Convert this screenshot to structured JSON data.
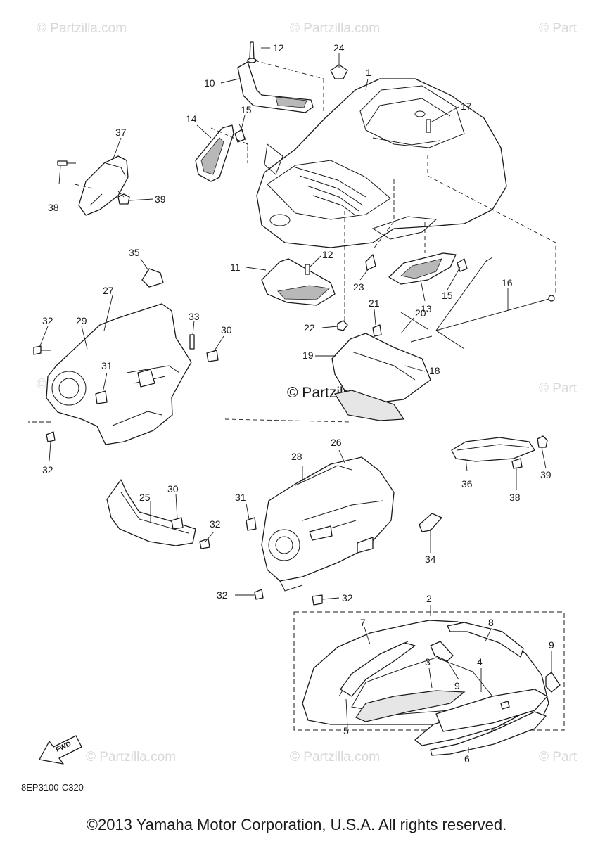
{
  "watermarks": {
    "small": "© Partzilla.com",
    "small_right_cut": "© Part",
    "center": "© Partzilla.com"
  },
  "callouts": {
    "p1": "1",
    "p2": "2",
    "p3": "3",
    "p4": "4",
    "p5": "5",
    "p6": "6",
    "p7": "7",
    "p8": "8",
    "p9a": "9",
    "p9b": "9",
    "p10": "10",
    "p11": "11",
    "p12a": "12",
    "p12b": "12",
    "p13": "13",
    "p14": "14",
    "p15a": "15",
    "p15b": "15",
    "p16": "16",
    "p17": "17",
    "p18": "18",
    "p19": "19",
    "p20": "20",
    "p21": "21",
    "p22": "22",
    "p23": "23",
    "p24": "24",
    "p25": "25",
    "p26": "26",
    "p27": "27",
    "p28": "28",
    "p29": "29",
    "p30a": "30",
    "p30b": "30",
    "p31a": "31",
    "p31b": "31",
    "p32a": "32",
    "p32b": "32",
    "p32c": "32",
    "p32d": "32",
    "p32e": "32",
    "p33": "33",
    "p34": "34",
    "p35": "35",
    "p36": "36",
    "p37": "37",
    "p38a": "38",
    "p38b": "38",
    "p39a": "39",
    "p39b": "39"
  },
  "fwd_label": "FWD",
  "diagram_code": "8EP3100-C320",
  "copyright": "©2013 Yamaha Motor Corporation, U.S.A. All rights reserved."
}
